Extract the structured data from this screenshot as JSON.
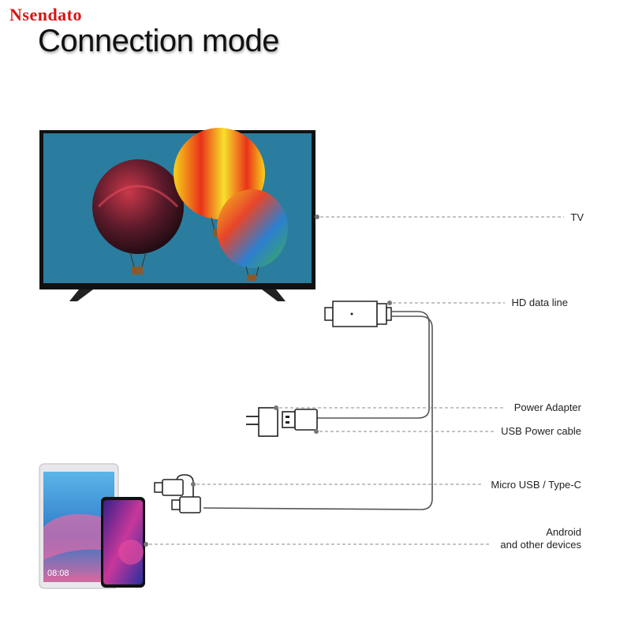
{
  "brand": "Nsendato",
  "title": "Connection mode",
  "labels": {
    "tv": "TV",
    "hd_data_line": "HD data line",
    "power_adapter": "Power Adapter",
    "usb_power_cable": "USB Power cable",
    "micro_usb_type_c": "Micro USB / Type-C",
    "android_line1": "Android",
    "android_line2": "and other devices"
  },
  "tablet_time": "08:08",
  "colors": {
    "brand": "#d61515",
    "screen": "#2a7d9e",
    "leader": "#888888",
    "cable": "#666666"
  }
}
